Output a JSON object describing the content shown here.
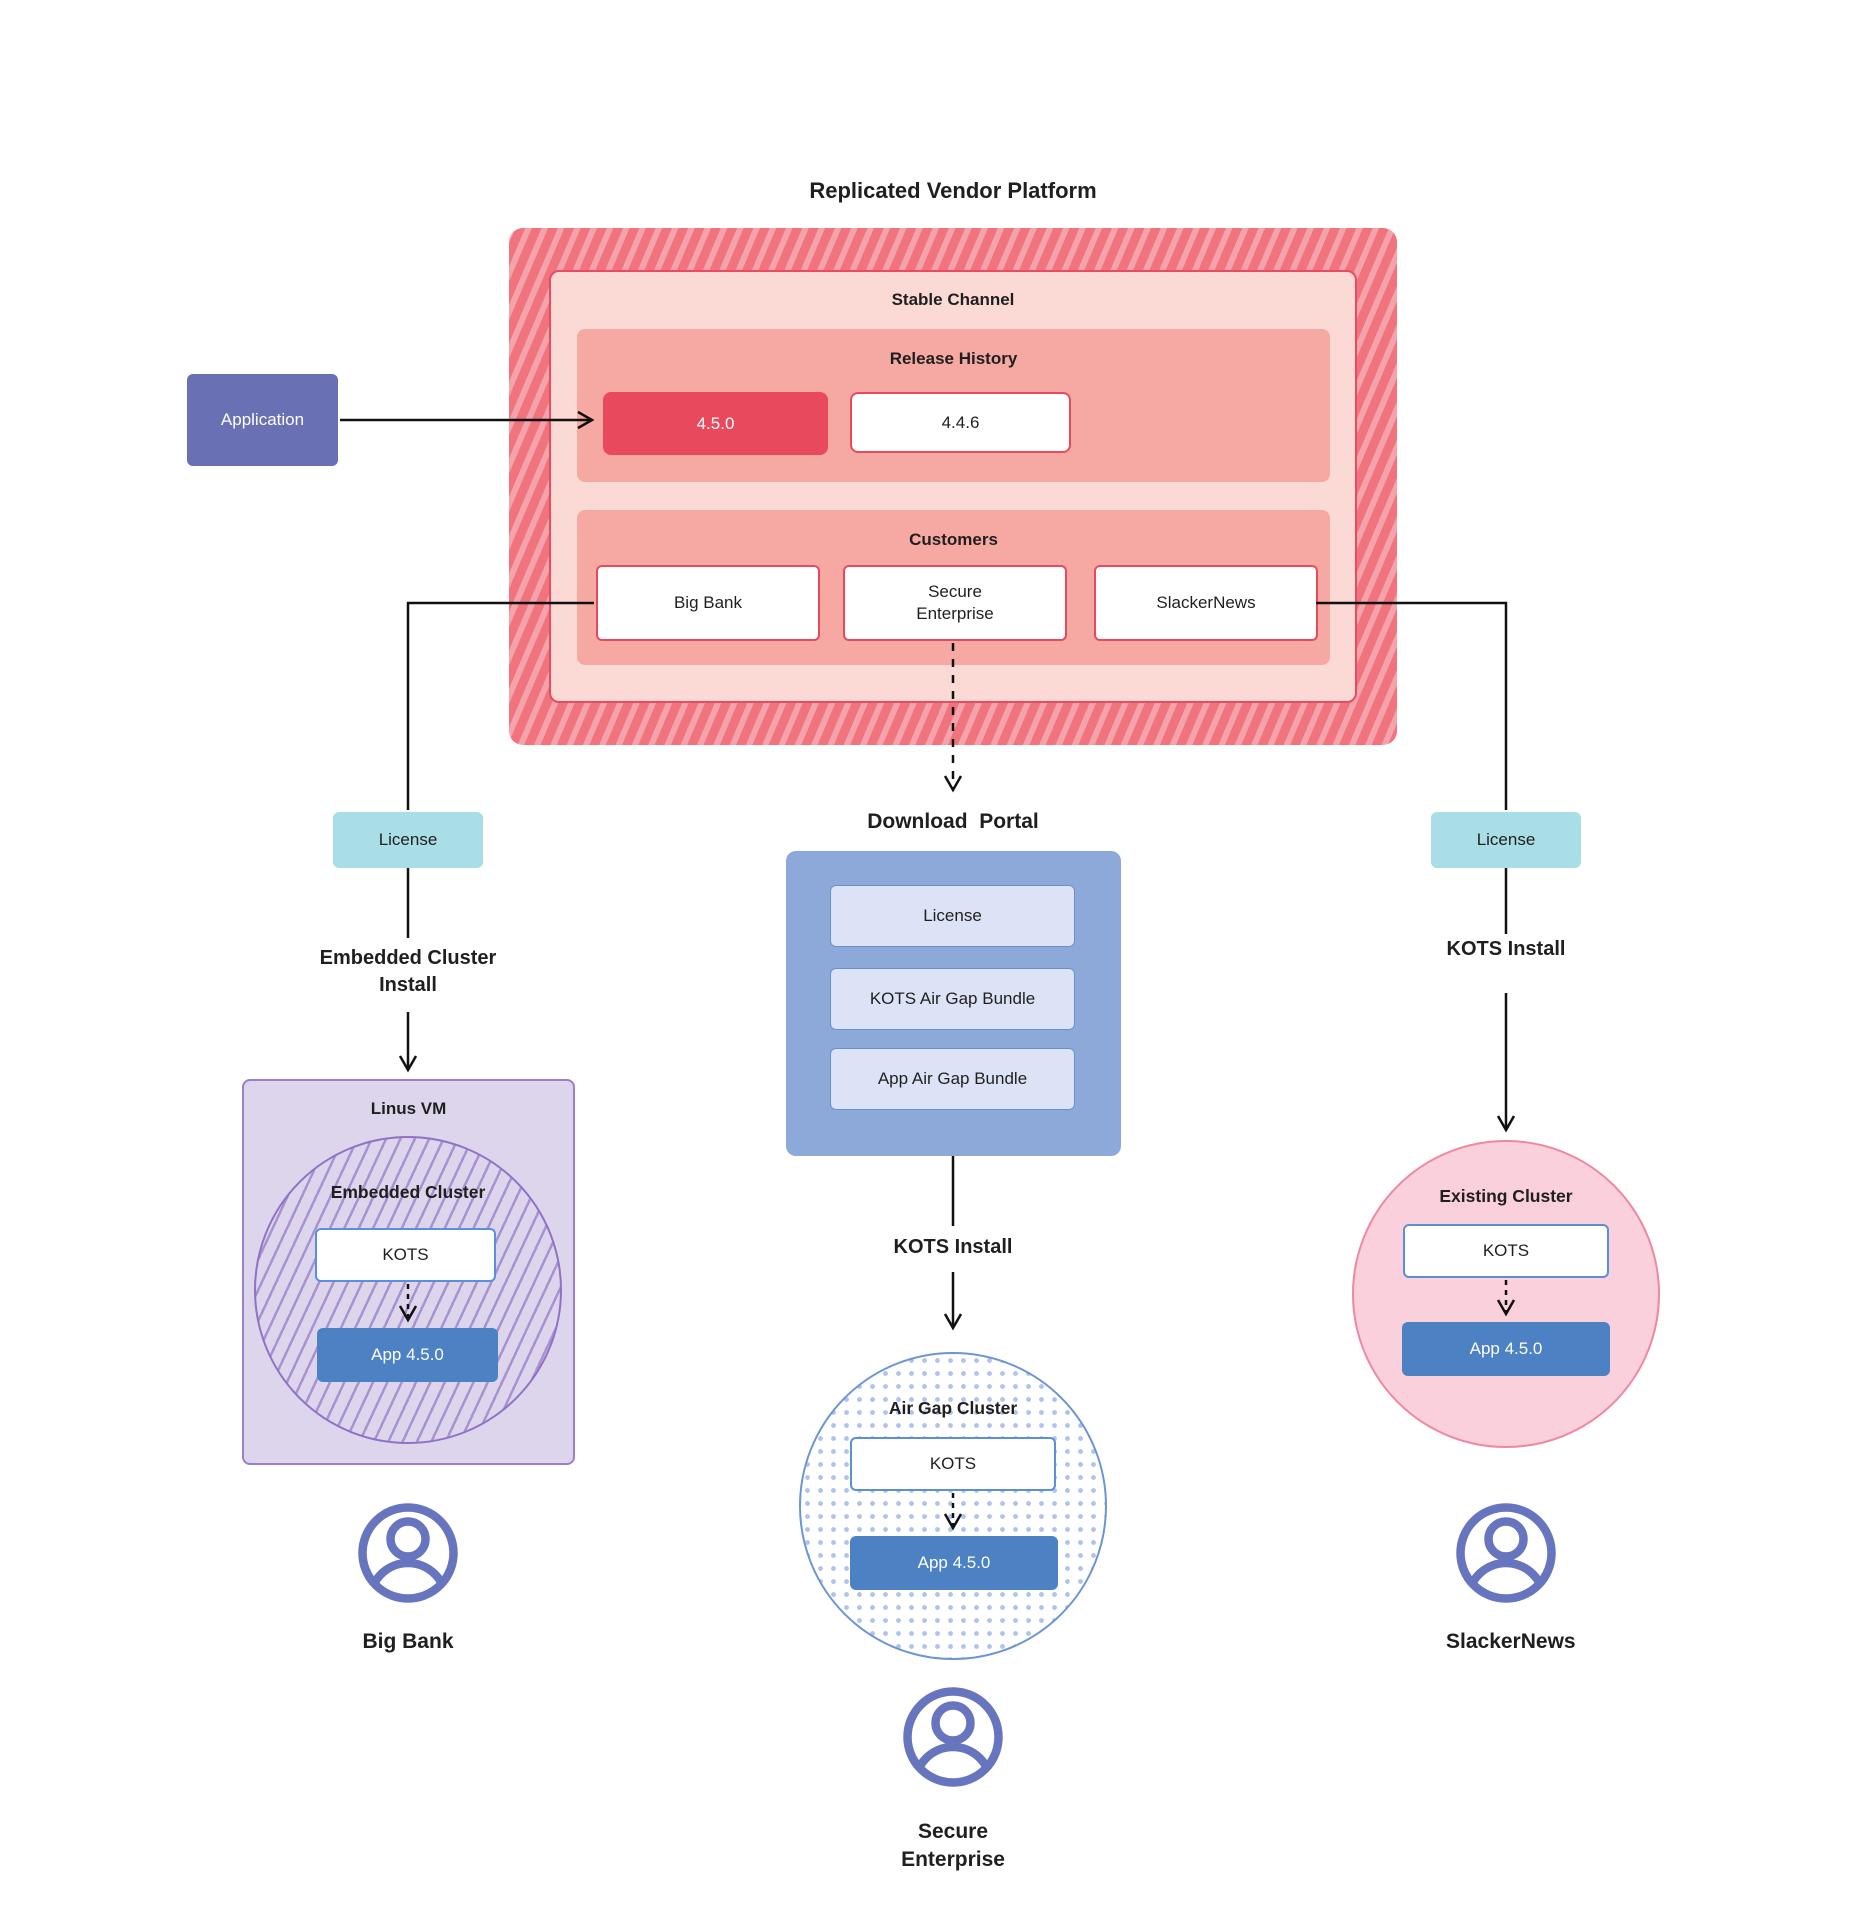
{
  "palette": {
    "hatch_base": "#F0737E",
    "hatch_stripe": "#F7A9AC",
    "red_border": "#E84C61",
    "crimson": "#E9495D",
    "pink_light": "#FBD9D4",
    "salmon": "#F5A9A2",
    "application_purple": "#6A70B4",
    "license_cyan": "#A9DEE6",
    "vm_violet_fill": "#DDD5EC",
    "vm_violet_border": "#9B7FCB",
    "cluster_violet_border": "#8F72C5",
    "app_blue": "#4C82C3",
    "kots_blue_border": "#5B8FD9",
    "portal_blue": "#8CA9D9",
    "portal_item_fill": "#DCE3F7",
    "portal_item_border": "#6C8FD1",
    "airgap_blue_border": "#6C96D2",
    "airgap_dot": "#96AFE6",
    "existing_pink_fill": "#F9D0DC",
    "existing_pink_border": "#F087A2",
    "user_icon_purple": "#6774BE",
    "text": "#1F1F1F",
    "line": "#111111"
  },
  "title": "Replicated Vendor Platform",
  "application": {
    "label": "Application"
  },
  "platform": {
    "stable_channel_label": "Stable Channel",
    "release_history": {
      "label": "Release History",
      "releases": [
        {
          "version": "4.5.0",
          "highlighted": true
        },
        {
          "version": "4.4.6",
          "highlighted": false
        }
      ]
    },
    "customers": {
      "label": "Customers",
      "items": [
        "Big Bank",
        "Secure Enterprise",
        "SlackerNews"
      ]
    }
  },
  "left_path": {
    "license": "License",
    "install": "Embedded Cluster Install",
    "vm_label": "Linus VM",
    "cluster_label": "Embedded Cluster",
    "kots": "KOTS",
    "app": "App 4.5.0",
    "customer": "Big Bank"
  },
  "middle_path": {
    "portal_title": "Download  Portal",
    "portal_items": [
      "License",
      "KOTS Air Gap Bundle",
      "App Air Gap Bundle"
    ],
    "install": "KOTS Install",
    "cluster_label": "Air Gap Cluster",
    "kots": "KOTS",
    "app": "App 4.5.0",
    "customer": "Secure Enterprise"
  },
  "right_path": {
    "license": "License",
    "install": "KOTS Install",
    "cluster_label": "Existing Cluster",
    "kots": "KOTS",
    "app": "App 4.5.0",
    "customer": "SlackerNews"
  }
}
